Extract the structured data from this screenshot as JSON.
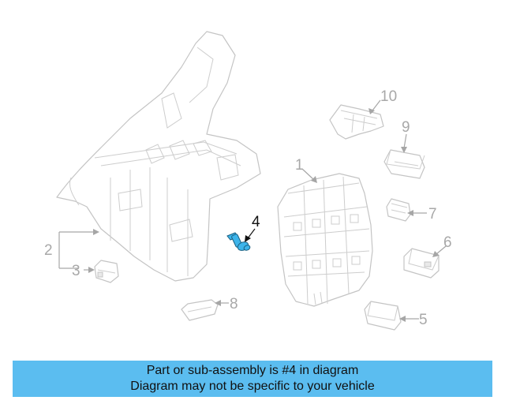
{
  "callouts": {
    "c1": "1",
    "c2": "2",
    "c3": "3",
    "c4": "4",
    "c5": "5",
    "c6": "6",
    "c7": "7",
    "c8": "8",
    "c9": "9",
    "c10": "10"
  },
  "highlight_color": "#3db4ea",
  "banner": {
    "line1": "Part or sub-assembly is #4 in diagram",
    "line2": "Diagram may not be specific to your vehicle",
    "color": "#5bbdf0"
  }
}
